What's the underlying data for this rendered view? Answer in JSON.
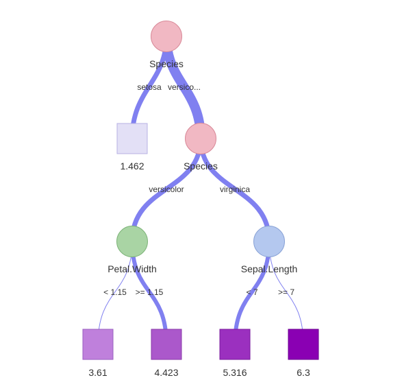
{
  "tree": {
    "colors": {
      "edge": "#8080f0",
      "species_node_fill": "#f1b8c3",
      "species_node_stroke": "#d98a99",
      "petal_width_node_fill": "#a9d4a4",
      "petal_width_node_stroke": "#7fb57a",
      "sepal_length_node_fill": "#b4c8ef",
      "sepal_length_node_stroke": "#8aa3d6"
    },
    "nodes": {
      "root": {
        "label": "Species",
        "kind": "split"
      },
      "species2": {
        "label": "Species",
        "kind": "split"
      },
      "petal_width": {
        "label": "Petal.Width",
        "kind": "split"
      },
      "sepal_length": {
        "label": "Sepal.Length",
        "kind": "split"
      }
    },
    "leaves": {
      "setosa_leaf": {
        "value": "1.462",
        "color": "#e3e0f6"
      },
      "pw_low_leaf": {
        "value": "3.61",
        "color": "#bf80dc"
      },
      "pw_high_leaf": {
        "value": "4.423",
        "color": "#ab58cb"
      },
      "sl_low_leaf": {
        "value": "5.316",
        "color": "#9b30bf"
      },
      "sl_high_leaf": {
        "value": "6.3",
        "color": "#8a00b3"
      }
    },
    "edges": {
      "root_left": "setosa",
      "root_right": "versico...",
      "species2_left": "versicolor",
      "species2_right": "virginica",
      "pw_left": "< 1.15",
      "pw_right": ">= 1.15",
      "sl_left": "< 7",
      "sl_right": ">= 7"
    }
  }
}
